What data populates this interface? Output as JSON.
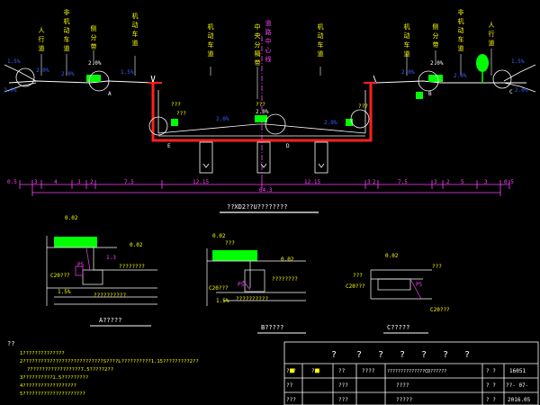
{
  "drawing": {
    "colors": {
      "background": "#000000",
      "line": "#ffffff",
      "deck": "#ff2020",
      "text_yellow": "#ffff00",
      "text_magenta": "#ff40ff",
      "text_blue": "#4060ff",
      "grass": "#00ff00",
      "cyan": "#00ffff"
    },
    "top_labels": {
      "left_1": "人行道",
      "left_2": "非机动车道",
      "left_3": "侧分带",
      "left_4": "机动车道",
      "center_1": "中央分隔带",
      "center_2": "道路中心线",
      "right_4": "机动车道",
      "right_3": "侧分带",
      "right_2": "非机动车道",
      "right_1": "人行道"
    },
    "slopes": {
      "left_outer_1": "1.5%",
      "left_outer_2": "2.0%",
      "left_sidewalk": "2.0%",
      "left_bike": "2.0%",
      "left_green": "2.0%",
      "left_bike_2": "1.5%",
      "left_carriage": "2.0%",
      "center_left": "2.0%",
      "center_right": "2.0%",
      "right_carriage": "2.0%",
      "right_green": "2.0%",
      "right_bike": "2.0%",
      "right_bike_2": "2.0%",
      "right_outer_1": "1.5%",
      "right_outer_2": "2.0%"
    },
    "callouts": {
      "a_left": "A",
      "b_left": "E",
      "c_center": "D",
      "b_right": "B",
      "c_right": "C",
      "deck_tag_1": "???",
      "deck_tag_2": "???",
      "center_tag_1": "???",
      "center_tag_2": "???"
    },
    "dim_row": {
      "left_end": "0.5",
      "right_end": "0.5",
      "segments": [
        "3",
        "4",
        "3",
        "2",
        "7.5",
        "12.15",
        "12.15",
        "3",
        "2",
        "7.5",
        "3",
        "2",
        "5",
        "3"
      ],
      "total": "64.3"
    },
    "main_title": "??XD2??U????????",
    "detail_a": {
      "title": "A?????",
      "dim_top": "0.02",
      "dim_2": "0.02",
      "lbl_1": "C20???",
      "lbl_2": "????????",
      "lbl_3": "??????????",
      "lbl_4": "1.5%",
      "lbl_5": "1.3",
      "lbl_6": "P5"
    },
    "detail_b": {
      "title": "B?????",
      "dim_top": "0.02",
      "dim_2": "0.02",
      "lbl_1": "C20???",
      "lbl_2": "????????",
      "lbl_3": "??????????",
      "lbl_4": "1.5%",
      "lbl_5": "???",
      "lbl_6": "P5"
    },
    "detail_c": {
      "title": "C?????",
      "dim_top": "0.02",
      "lbl_1": "???",
      "lbl_2": "???",
      "lbl_3": "C20???",
      "lbl_4": "C20???",
      "lbl_5": "P5"
    },
    "notes": {
      "heading": "??",
      "lines": [
        "1??????????????",
        "2???????????????????????????S????L??????????1.15?????????2??",
        "??????????????????7.5?????2??",
        "3??????????1.5?????????",
        "4??????????????????",
        "5?????????????????????"
      ]
    },
    "title_block": {
      "header_marks": [
        "?",
        "?",
        "?",
        "?",
        "?",
        "?",
        "?"
      ],
      "r1c1": "???",
      "r1c2": "??",
      "r1c3": "??",
      "r1c4": "????",
      "r1c5": "??????????????CD??????",
      "r1c6": "? ?",
      "r1c7": "16051",
      "r2c1": "??",
      "r2c2": "???",
      "r2c3": "????",
      "r2c4": "? ?",
      "r2c5": "??- 07-",
      "r3c1": "???",
      "r3c2": "???",
      "r3c3": "?????",
      "r3c4": "? ?",
      "r3c5": "2016.05"
    }
  }
}
